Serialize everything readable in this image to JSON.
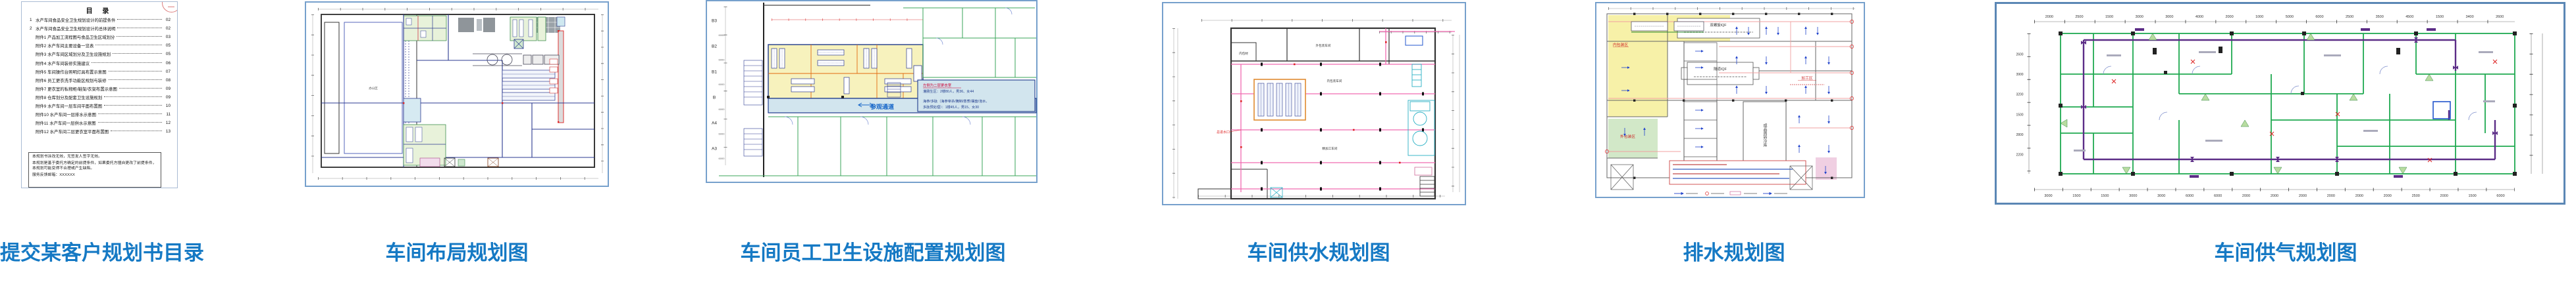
{
  "accent": {
    "caption_blue": "#1579c4",
    "frame_blue": "#76a0cc"
  },
  "captions": [
    "提交某客户规划书目录",
    "车间布局规划图",
    "车间员工卫生设施配置规划图",
    "车间供水规划图",
    "排水规划图",
    "车间供气规划图"
  ],
  "toc": {
    "title": "目 录",
    "entries": [
      {
        "no": "1",
        "label": "水产车间食品安全卫生规划设计的前提条件",
        "page": "02"
      },
      {
        "no": "2",
        "label": "水产车间食品安全卫生规划设计的总体说明",
        "page": "02"
      },
      {
        "no": "",
        "label": "附件1 产品加工流程图与食品卫生区域划分",
        "page": "03"
      },
      {
        "no": "",
        "label": "附件2 水产车间主要设备一览表",
        "page": "05"
      },
      {
        "no": "",
        "label": "附件3 水产车间区域划分及卫生设施规划",
        "page": "05"
      },
      {
        "no": "",
        "label": "附件4 水产车间装修实施建议",
        "page": "06"
      },
      {
        "no": "",
        "label": "附件5 车间操作台照明灯具布置示意图",
        "page": "07"
      },
      {
        "no": "",
        "label": "附件6 员工更衣洗手功能区规划与装修",
        "page": "08"
      },
      {
        "no": "",
        "label": "附件7 更衣室的私物柜/鞋架/衣架布置示意图",
        "page": "09"
      },
      {
        "no": "",
        "label": "附件8 仓库划分及配套卫生设施规划",
        "page": "09"
      },
      {
        "no": "",
        "label": "附件9 水产车间一层车间平面布置图",
        "page": "10"
      },
      {
        "no": "",
        "label": "附件10 水产车间一层排水示意图",
        "page": "11"
      },
      {
        "no": "",
        "label": "附件11 水产车间一层供水示意图",
        "page": "12"
      },
      {
        "no": "",
        "label": "附件12 水产车间二层更衣室平面布置图",
        "page": "13"
      }
    ],
    "notes": [
      "本规划书涂改无效，无签发人签字无效。",
      "本规划是基于委托方确定的前提条件，如果委托方擅自更改了前提条件，本规划可能变得不合理或产生缺陷。",
      "服务反馈邮箱：XXXXXX"
    ]
  },
  "plan_layout": {
    "office_label": "办公区"
  },
  "plan_hygiene": {
    "grid_labels": [
      "B3",
      "B2",
      "B1",
      "B",
      "A4",
      "A3"
    ],
    "axis_dims": [
      "6000",
      "6000",
      "6000",
      "6000",
      "6000",
      "6000"
    ],
    "corridor_label": "参观通道",
    "note_title": "左侧为二层更衣室",
    "note_lines": [
      "灌肠生区：2楼80人，男36、女44",
      "海参/多肽（海参宰杀/腌制/蒸煮/摆盘/泡水、",
      "多肽预处理）：1楼45人，男15、女30"
    ]
  },
  "plan_water": {
    "inlet_label": "总进水口",
    "room_labels": [
      "外包装车间",
      "内包装车间",
      "精加工车间",
      "内包材"
    ]
  },
  "plan_drain": {
    "zone_inner": "内包装区",
    "zone_outer": "外包装区",
    "iqf1": "双螺旋IQF",
    "iqf2": "隧道IQF",
    "cold_store": "成品周转冷库",
    "process_area": "加工区"
  },
  "plan_gas": {
    "dims_top": [
      "2000",
      "2500",
      "1500",
      "3000",
      "3000",
      "4000",
      "2000",
      "1000",
      "5000",
      "6000",
      "2500",
      "3500",
      "4500",
      "1500",
      "3400",
      "2600"
    ],
    "dims_bottom": [
      "3000",
      "1500",
      "1500",
      "3000",
      "3000",
      "6000",
      "6000",
      "2000",
      "2000",
      "2000",
      "2000",
      "2000",
      "2000",
      "2500",
      "2000",
      "1500",
      "6000"
    ],
    "dims_left": [
      "2600",
      "3900",
      "3200",
      "1500",
      "2800",
      "2200"
    ]
  }
}
